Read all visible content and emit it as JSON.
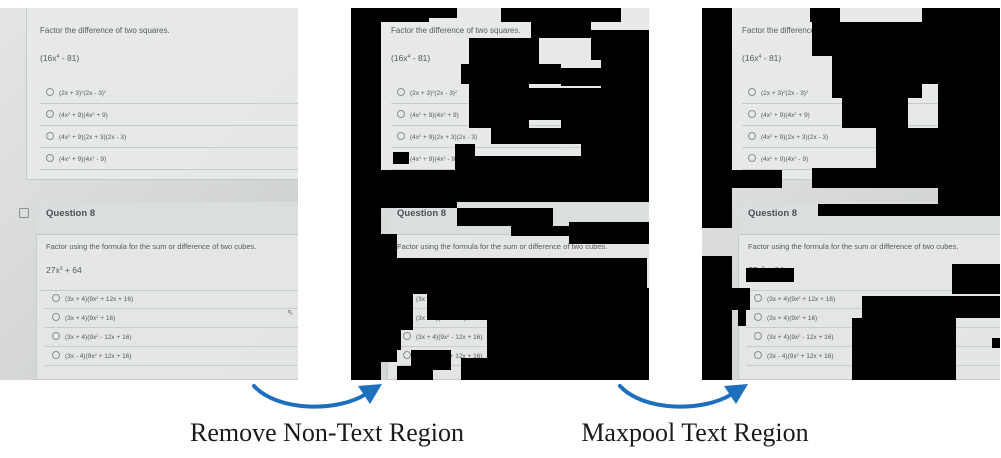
{
  "quiz": {
    "prompt_1": "Factor the difference of two squares.",
    "expr_1": [
      "(16x",
      "4",
      " - 81)"
    ],
    "options_1": [
      [
        "(2x + 3)",
        "2",
        "(2x - 3)",
        "2",
        ""
      ],
      [
        "(4x",
        "2",
        " + 9)(4x",
        "2",
        " + 9)"
      ],
      [
        "(4x",
        "2",
        " + 9)(2x + 3)(2x - 3)",
        "",
        ""
      ],
      [
        "(4x",
        "2",
        " + 9)(4x",
        "2",
        " - 9)"
      ]
    ],
    "question_title": "Question 8",
    "prompt_2": "Factor using the formula for the sum or difference of two cubes.",
    "expr_2": [
      "27x",
      "3",
      " + 64"
    ],
    "options_2": [
      [
        "(3x + 4)(9x",
        "2",
        " + 12x + 16)"
      ],
      [
        "(3x + 4)(9x",
        "2",
        " + 16)"
      ],
      [
        "(3x + 4)(9x",
        "2",
        " - 12x + 16)"
      ],
      [
        "(3x - 4)(9x",
        "2",
        " + 12x + 16)"
      ]
    ]
  },
  "captions": {
    "remove": "Remove Non-Text Region",
    "maxpool": "Maxpool Text Region"
  },
  "colors": {
    "arrow": "#1f6fbf",
    "mask": "#000000"
  }
}
